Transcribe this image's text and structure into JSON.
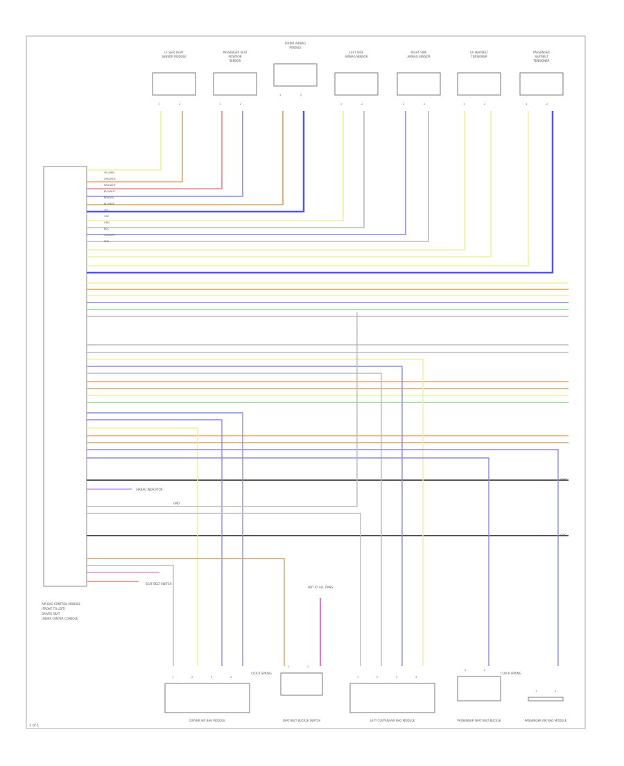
{
  "diagram": {
    "page_ref": "1 of 1",
    "top_modules": [
      {
        "label": "LF SEAT HEAT SENSOR MODULE",
        "pins": [
          "1",
          "2"
        ]
      },
      {
        "label": "PASSENGER SEAT POSITION SENSOR",
        "pins": [
          "1",
          "2"
        ]
      },
      {
        "label": "FRONT AIRBAG MODULE",
        "pins": [
          "1",
          "2"
        ]
      },
      {
        "label": "LEFT SIDE AIRBAG SENSOR",
        "pins": [
          "1",
          "2"
        ]
      },
      {
        "label": "RIGHT SIDE AIRBAG SENSOR",
        "pins": [
          "1",
          "2"
        ]
      },
      {
        "label": "LR SEATBELT TENSIONER",
        "pins": [
          "1",
          "2"
        ]
      },
      {
        "label": "PASSENGER SEATBELT TENSIONER",
        "pins": [
          "1",
          "2"
        ]
      }
    ],
    "wires": [
      {
        "code": "YEL/BRN",
        "color": "#f2ee9a"
      },
      {
        "code": "ORG/RED",
        "color": "#f4a261"
      },
      {
        "code": "RED/WHT",
        "color": "#f08080"
      },
      {
        "code": "BLU/WHT",
        "color": "#8888ee"
      },
      {
        "code": "BRN/YEL",
        "color": "#d9a05b"
      },
      {
        "code": "BLU/RED",
        "color": "#5555ee"
      },
      {
        "code": "YEL",
        "color": "#f2ee9a"
      },
      {
        "code": "GRY",
        "color": "#bbbbbb"
      },
      {
        "code": "GRN",
        "color": "#88dd88"
      },
      {
        "code": "BLK",
        "color": "#555555"
      },
      {
        "code": "VIO/WHT",
        "color": "#cc88ee"
      },
      {
        "code": "PNK",
        "color": "#f06ad8"
      }
    ],
    "ground_labels": [
      "GND",
      "GND"
    ],
    "control_module": {
      "label": "AIR BAG CONTROL MODULE",
      "notes": [
        "(FRONT TO LEFT)",
        "DRIVER SEAT",
        "UNDER CENTER CONSOLE"
      ]
    },
    "side_notes": [
      "AIRBAG INDICATOR",
      "SEAT BELT SWITCH",
      "GND"
    ],
    "bottom_modules": [
      {
        "label": "DRIVER AIR BAG MODULE",
        "pins": [
          "1",
          "2",
          "3",
          "4"
        ]
      },
      {
        "label": "SEAT BELT BUCKLE SWITCH",
        "pins": [
          "1",
          "2"
        ]
      },
      {
        "label": "LEFT CURTAIN AIR BAG MODULE",
        "pins": [
          "1",
          "2",
          "3",
          "4"
        ]
      },
      {
        "label": "PASSENGER SEAT BELT BUCKLE",
        "pins": [
          "1",
          "2"
        ]
      },
      {
        "label": "PASSENGER AIR BAG MODULE",
        "pins": [
          "1",
          "2"
        ]
      }
    ],
    "bottom_notes": [
      "HOT AT ALL TIMES",
      "CLOCK SPRING",
      "CLOCK SPRING"
    ]
  }
}
